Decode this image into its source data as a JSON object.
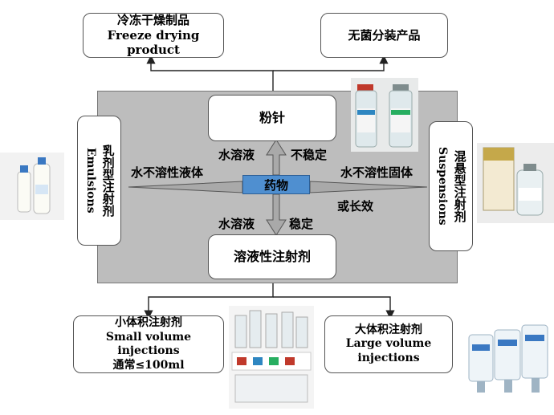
{
  "top_left": {
    "zh": "冷冻干燥制品",
    "en": "Freeze drying product"
  },
  "top_right": {
    "zh": "无菌分装产品"
  },
  "powder": "粉针",
  "solution": "溶液性注射剂",
  "drug": "药物",
  "left_side": {
    "zh": "乳剂型注射剂",
    "en": "Emulsions"
  },
  "right_side": {
    "zh": "混悬型注射剂",
    "en": "Suspensions"
  },
  "arrow_labels": {
    "up_left": "水溶液",
    "up_right": "不稳定",
    "down_left": "水溶液",
    "down_right": "稳定",
    "left": "水不溶性液体",
    "right": "水不溶性固体",
    "right_sub": "或长效"
  },
  "small_volume": {
    "zh": "小体积注射剂",
    "en": "Small volume injections",
    "note": "通常≤100ml"
  },
  "large_volume": {
    "zh": "大体积注射剂",
    "en_line1": "Large volume",
    "en_line2": "injections"
  },
  "colors": {
    "panel": "#bdbdbd",
    "drug_box": "#4f8fd0",
    "arrow": "#a9a9a9"
  }
}
